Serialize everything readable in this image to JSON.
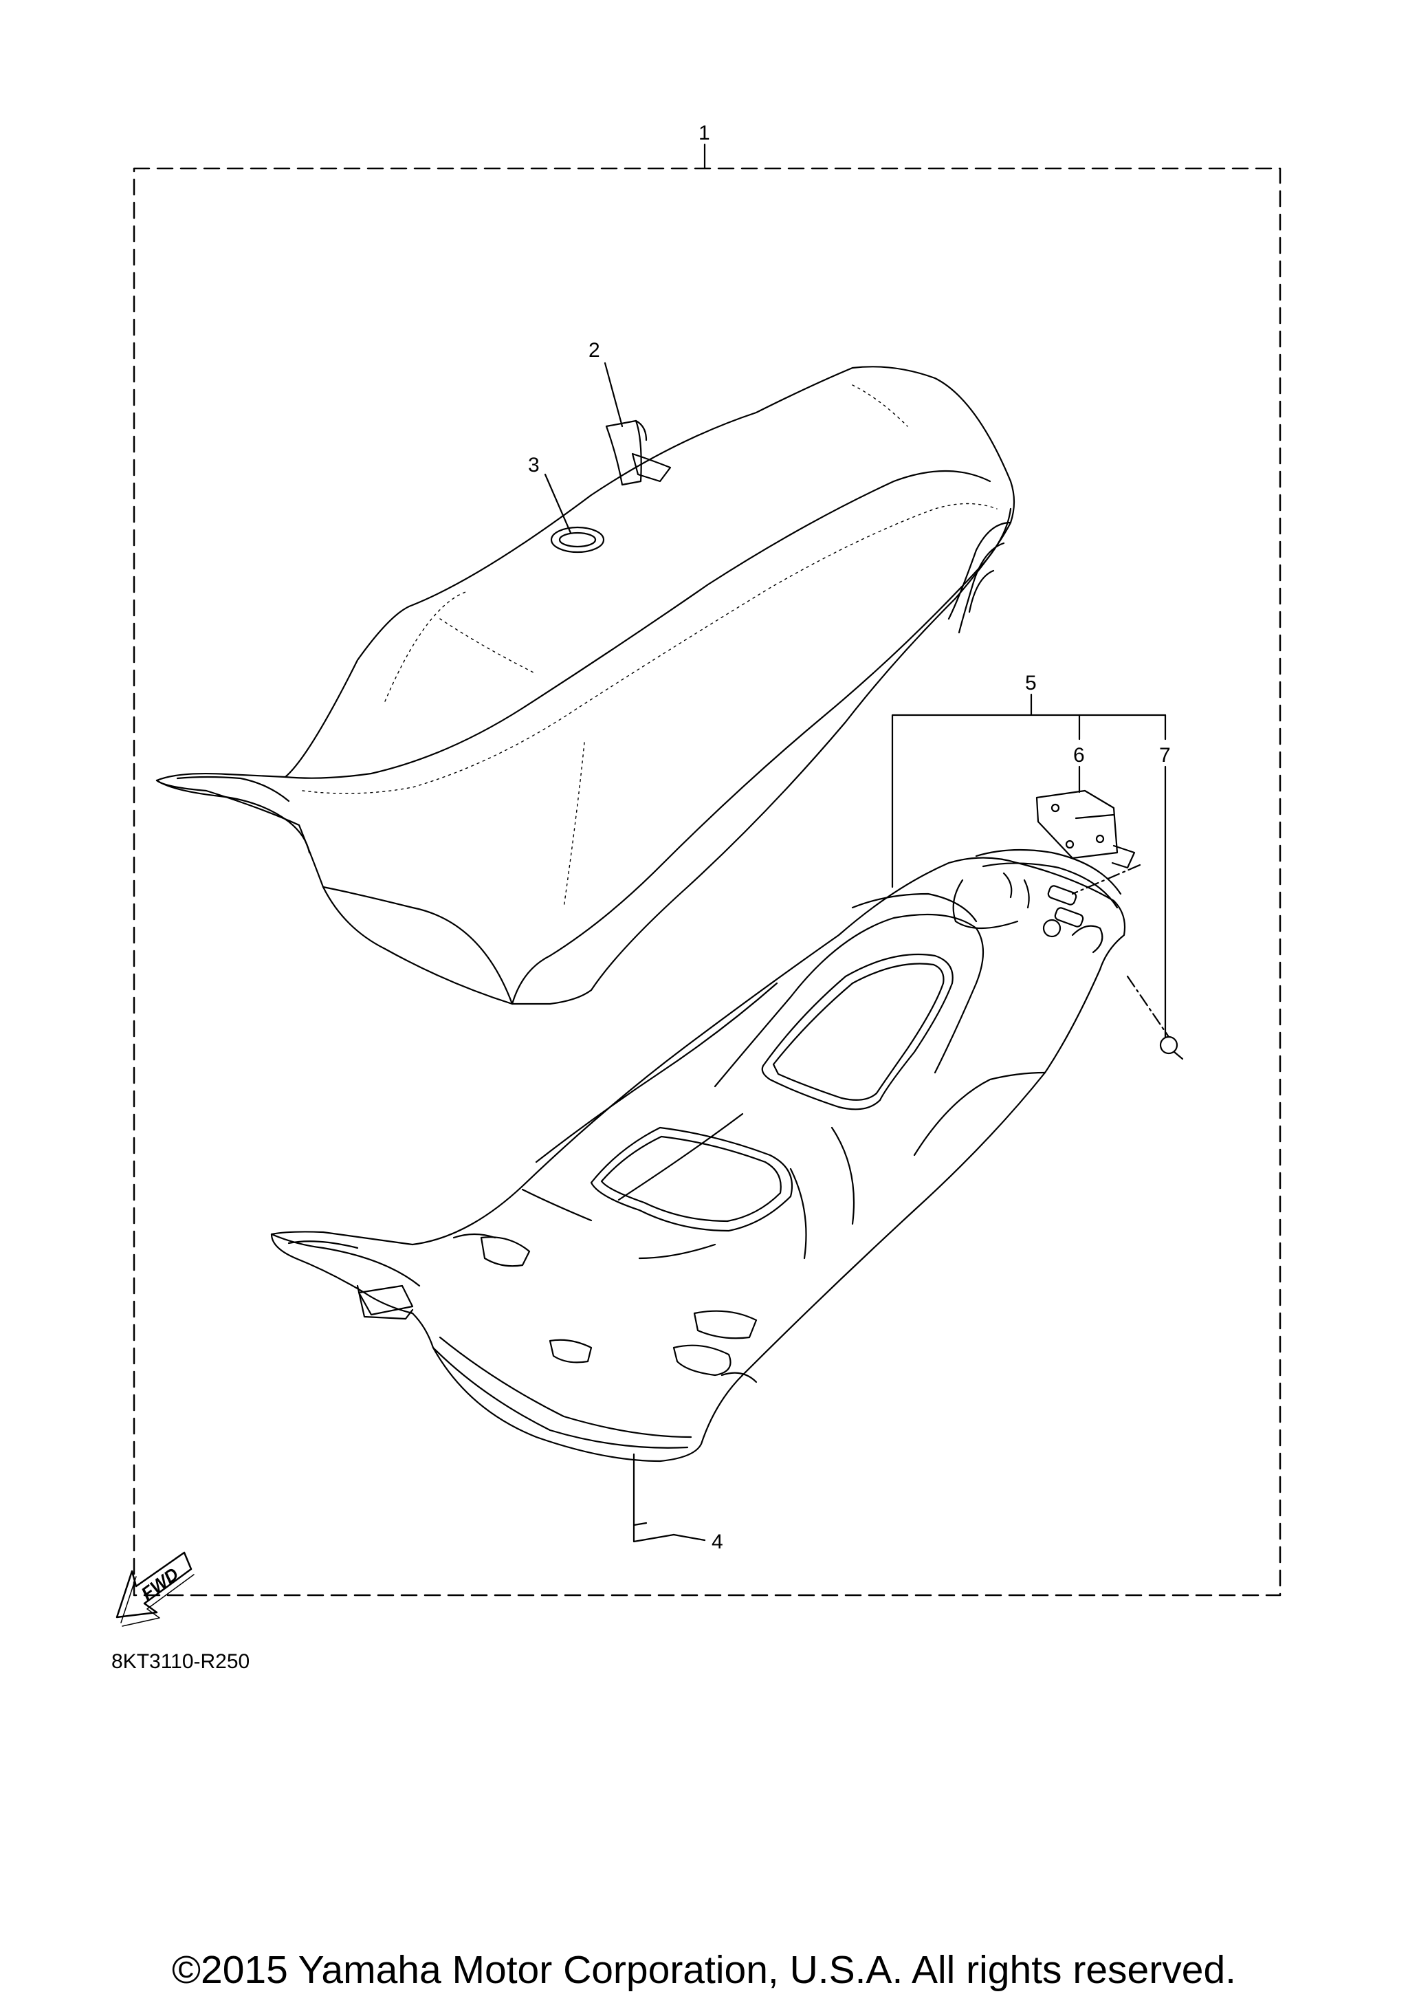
{
  "callouts": {
    "c1": "1",
    "c2": "2",
    "c3": "3",
    "c4": "4",
    "c5": "5",
    "c6": "6",
    "c7": "7"
  },
  "fwd_label": "FWD",
  "diagram_code": "8KT3110-R250",
  "copyright": "©2015 Yamaha Motor Corporation, U.S.A. All rights reserved.",
  "colors": {
    "line": "#000000",
    "background": "#ffffff"
  }
}
